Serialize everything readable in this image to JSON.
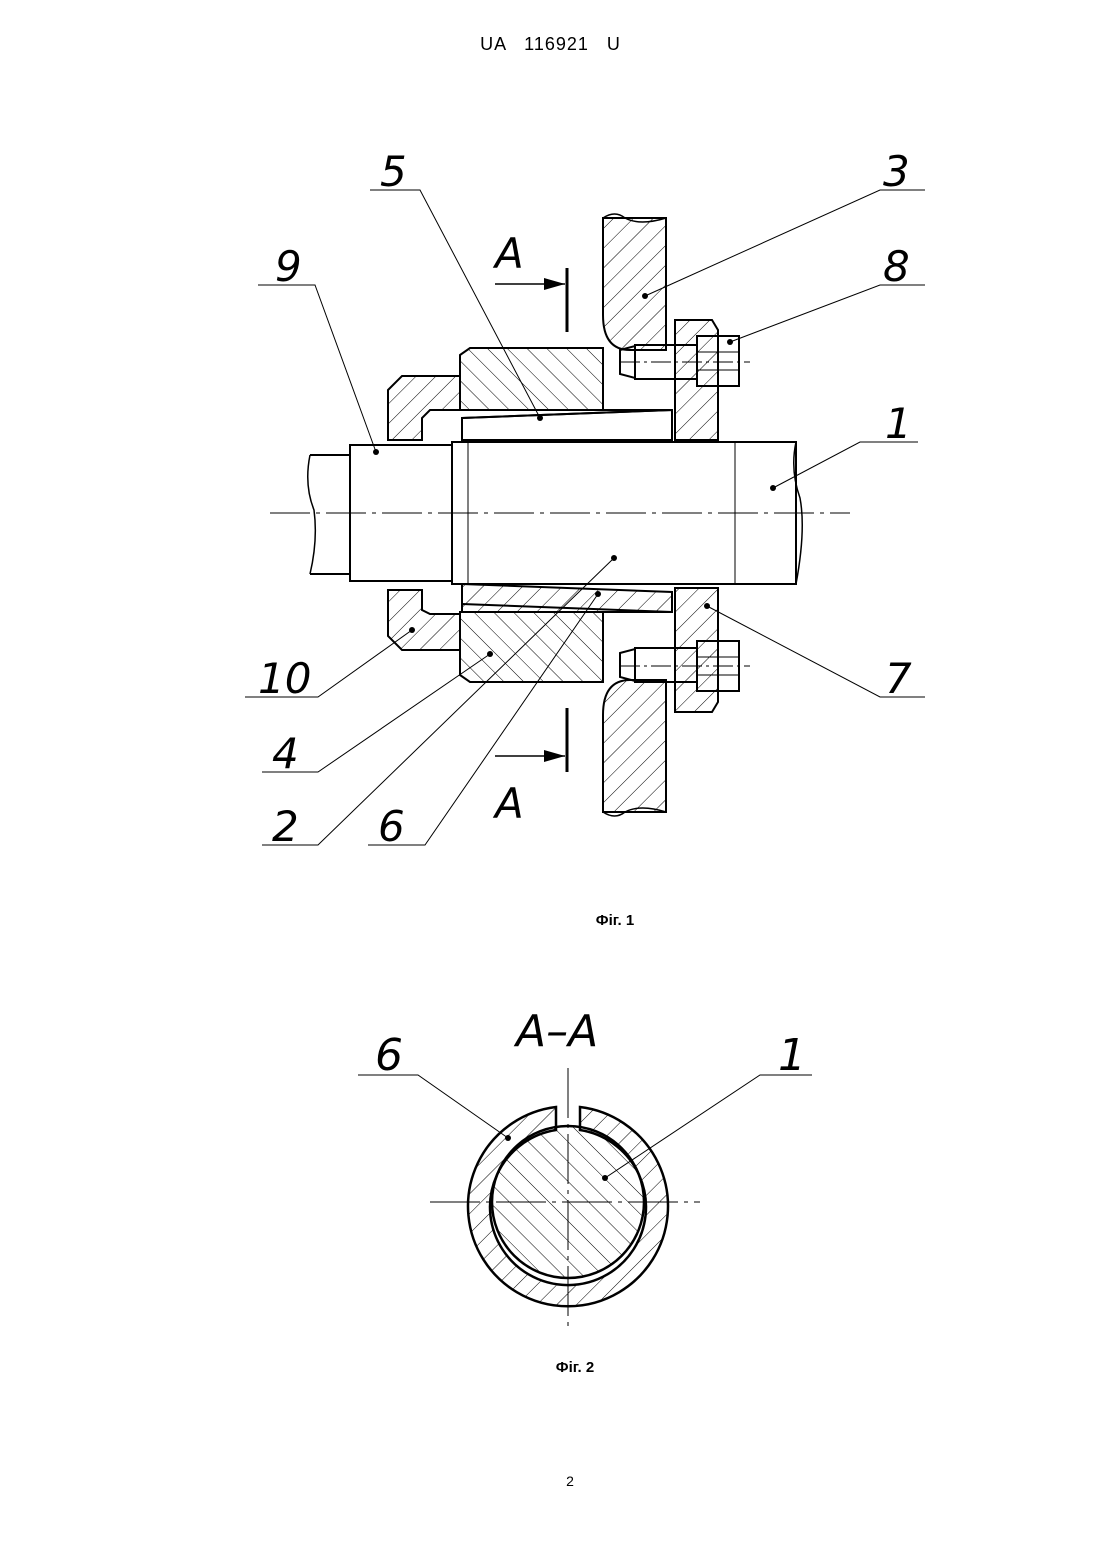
{
  "header": {
    "patent_number": "UA   116921   U"
  },
  "figure1": {
    "caption": "Фіг. 1",
    "section_marks": {
      "top": "A",
      "bottom": "A"
    },
    "labels": {
      "l1": "1",
      "l2": "2",
      "l3": "3",
      "l4": "4",
      "l5": "5",
      "l6": "6",
      "l7": "7",
      "l8": "8",
      "l9": "9",
      "l10": "10"
    }
  },
  "figure2": {
    "caption": "Фіг. 2",
    "section_title": "A–A",
    "labels": {
      "l6": "6",
      "l1": "1"
    }
  },
  "footer": {
    "page_number": "2"
  }
}
